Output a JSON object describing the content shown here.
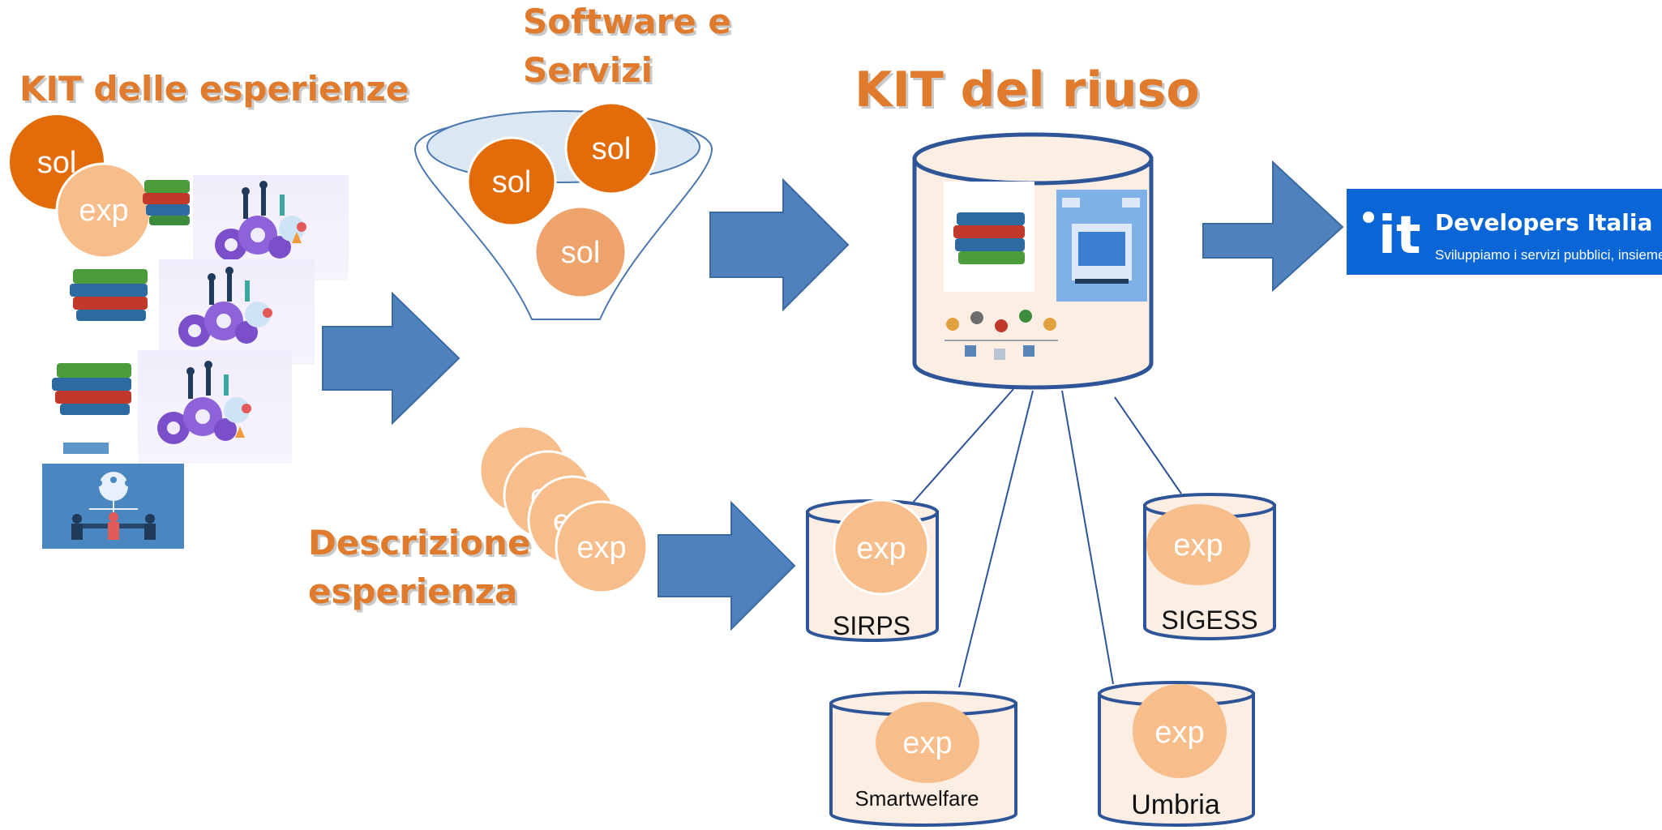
{
  "titles": {
    "kit_esperienze": "KIT delle esperienze",
    "software_line1": "Software e",
    "software_line2": "Servizi",
    "kit_riuso": "KIT del riuso",
    "descrizione_line1": "Descrizione",
    "descrizione_line2": "esperienza"
  },
  "bubbles": {
    "sol": "sol",
    "exp": "exp",
    "exp_partial": "e"
  },
  "repositories": [
    {
      "name": "SIRPS",
      "badge": "exp"
    },
    {
      "name": "SIGESS",
      "badge": "exp"
    },
    {
      "name": "Smartwelfare",
      "badge": "exp"
    },
    {
      "name": "Umbria",
      "badge": "exp"
    }
  ],
  "brand": {
    "logo_mark": "it",
    "title": "Developers Italia",
    "subtitle": "Sviluppiamo i servizi pubblici, insieme"
  },
  "colors": {
    "accent_orange": "#e07b2d",
    "sol_dark": "#e36c0a",
    "sol_mid": "#eda36b",
    "exp_light": "#f7be8c",
    "arrow_blue": "#4f81bd",
    "cylinder_stroke": "#2e5597",
    "cylinder_fill": "#fdeee4",
    "brand_blue": "#0a66d6"
  }
}
